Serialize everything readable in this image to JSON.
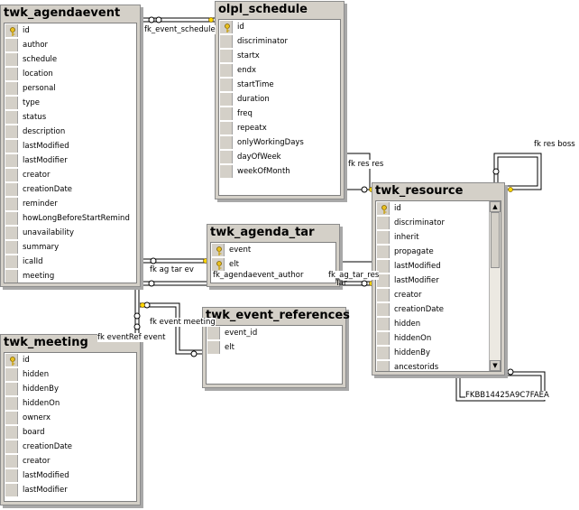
{
  "tables": {
    "twk_agendaevent": {
      "title": "twk_agendaevent",
      "columns": [
        "id",
        "author",
        "schedule",
        "location",
        "personal",
        "type",
        "status",
        "description",
        "lastModified",
        "lastModifier",
        "creator",
        "creationDate",
        "reminder",
        "howLongBeforeStartRemind",
        "unavailability",
        "summary",
        "icalId",
        "meeting"
      ]
    },
    "olpl_schedule": {
      "title": "olpl_schedule",
      "columns": [
        "id",
        "discriminator",
        "startx",
        "endx",
        "startTime",
        "duration",
        "freq",
        "repeatx",
        "onlyWorkingDays",
        "dayOfWeek",
        "weekOfMonth"
      ]
    },
    "twk_agenda_tar": {
      "title": "twk_agenda_tar",
      "columns": [
        "event",
        "elt"
      ]
    },
    "twk_event_references": {
      "title": "twk_event_references",
      "columns": [
        "event_id",
        "elt"
      ]
    },
    "twk_resource": {
      "title": "twk_resource",
      "columns": [
        "id",
        "discriminator",
        "inherit",
        "propagate",
        "lastModified",
        "lastModifier",
        "creator",
        "creationDate",
        "hidden",
        "hiddenOn",
        "hiddenBy",
        "ancestorids"
      ]
    },
    "twk_meeting": {
      "title": "twk_meeting",
      "columns": [
        "id",
        "hidden",
        "hiddenBy",
        "hiddenOn",
        "ownerx",
        "board",
        "creationDate",
        "creator",
        "lastModified",
        "lastModifier"
      ]
    }
  },
  "relationships": {
    "fk_event_schedule": "fk_event_schedule",
    "fk_res_res": "fk res res",
    "fk_res_boss": "fk res boss",
    "fk_ag_tar_ev": "fk ag tar ev",
    "fk_agendaevent_author": "fk_agendaevent_author",
    "fk_ag_tar_res": "fk_ag_tar_res",
    "fk_ag_tar_res_sub": "Tar",
    "fk_event_meeting": "fk event meeting",
    "fk_eventref_event": "fk eventRef event",
    "fk_hash": "FKBB14425A9C7FAEA"
  }
}
